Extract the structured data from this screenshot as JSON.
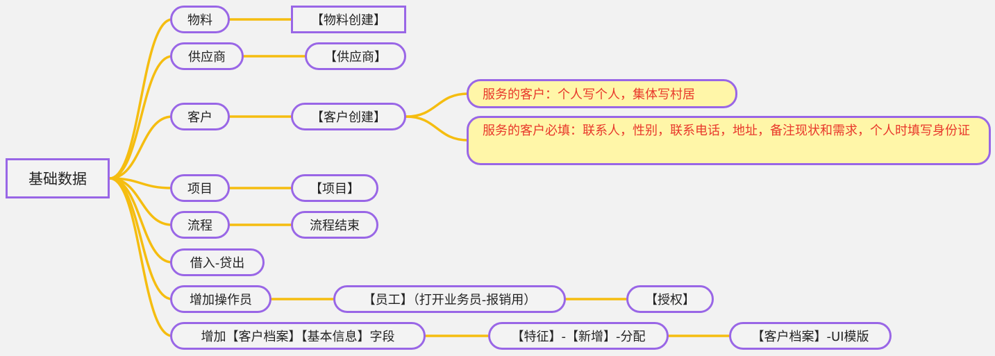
{
  "root": {
    "label": "基础数据"
  },
  "branches": [
    {
      "label": "物料",
      "child": "【物料创建】"
    },
    {
      "label": "供应商",
      "child": "【供应商】"
    },
    {
      "label": "客户",
      "child": "【客户创建】"
    },
    {
      "label": "项目",
      "child": "【项目】"
    },
    {
      "label": "流程",
      "child": "流程结束"
    },
    {
      "label": "借入-贷出"
    },
    {
      "label": "增加操作员",
      "child": "【员工】（打开业务员-报销用）",
      "grandchild": "【授权】"
    },
    {
      "label": "增加【客户档案】【基本信息】字段",
      "child": "【特征】-【新增】-分配",
      "grandchild": "【客户档案】-UI模版"
    }
  ],
  "notes": [
    "服务的客户：个人写个人，集体写村居",
    "服务的客户必填：联系人，性别，联系电话，地址，备注现状和需求，个人时填写身份证"
  ],
  "colors": {
    "connector": "#f5bd10",
    "border": "#9966e6",
    "note_text": "#e8382b",
    "note_bg": "#fff6a8",
    "background": "#f2f2f2"
  }
}
